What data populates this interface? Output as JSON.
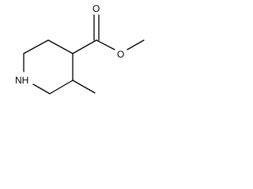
{
  "structure": {
    "atoms": {
      "nitrogen": "NH",
      "carbonyl_oxygen": "O",
      "ester_oxygen": "O"
    },
    "colors": {
      "bond": "#000000",
      "label": "#000000",
      "background": "#ffffff"
    }
  }
}
